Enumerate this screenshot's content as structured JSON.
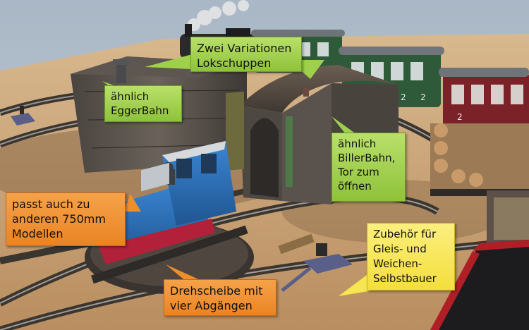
{
  "callouts": {
    "variations": {
      "text": "Zwei Variationen\nLokschuppen"
    },
    "egger": {
      "text": "ähnlich\nEggerBahn"
    },
    "biller": {
      "text": "ähnlich\nBillerBahn,\nTor zum\nöffnen"
    },
    "models": {
      "text": "passt auch zu\nanderen 750mm\nModellen"
    },
    "turntable": {
      "text": "Drehscheibe mit\nvier Abgängen"
    },
    "accessories": {
      "text": "Zubehör für\nGleis- und\nWeichen-\nSelbstbauer"
    }
  },
  "car_numbers": {
    "green_car_1": "2",
    "green_car_2": "2",
    "red_car": "2"
  },
  "colors": {
    "green_callout": "#9fd04b",
    "orange_callout": "#ef8f2c",
    "yellow_callout": "#f7e552",
    "sky": "#b7c3cf",
    "ground": "#c9a57a",
    "locomotive_blue": "#2d6fb6",
    "coach_green": "#2f5a3a",
    "coach_red": "#7a2228"
  }
}
